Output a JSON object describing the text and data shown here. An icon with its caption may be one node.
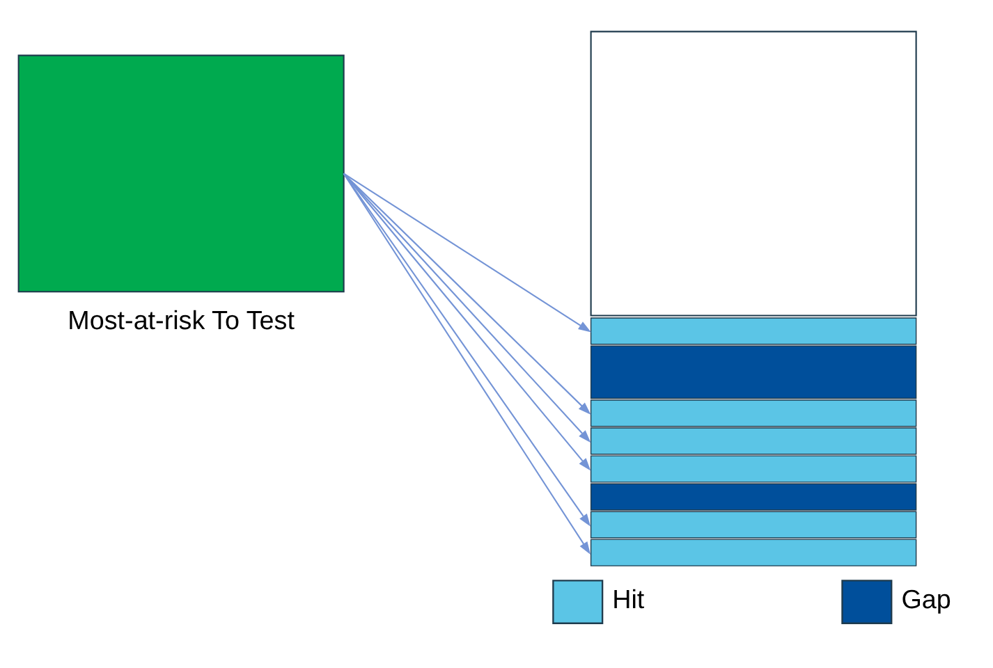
{
  "diagram": {
    "nodes": [
      {
        "text": [],
        "shape": "box",
        "beside": [
          "Most-at-risk To Test"
        ]
      },
      {
        "text": [],
        "shape": "box"
      },
      {
        "text": [],
        "shape": "bar"
      },
      {
        "text": [],
        "shape": "bar"
      },
      {
        "text": [],
        "shape": "bar"
      },
      {
        "text": [],
        "shape": "bar"
      },
      {
        "text": [],
        "shape": "bar"
      },
      {
        "text": [],
        "shape": "bar"
      },
      {
        "text": [],
        "shape": "bar"
      },
      {
        "text": [],
        "shape": "bar"
      }
    ],
    "edges": [
      {
        "from": 0,
        "to": 2,
        "arrow": "to"
      },
      {
        "from": 0,
        "to": 4,
        "arrow": "to"
      },
      {
        "from": 0,
        "to": 5,
        "arrow": "to"
      },
      {
        "from": 0,
        "to": 6,
        "arrow": "to"
      },
      {
        "from": 0,
        "to": 9,
        "arrow": "to"
      },
      {
        "from": 0,
        "to": 8,
        "arrow": "to"
      }
    ],
    "legend": [
      {
        "text": "Hit",
        "color": "#5bc5e6"
      },
      {
        "text": "Gap",
        "color": "#004f9b"
      }
    ]
  }
}
